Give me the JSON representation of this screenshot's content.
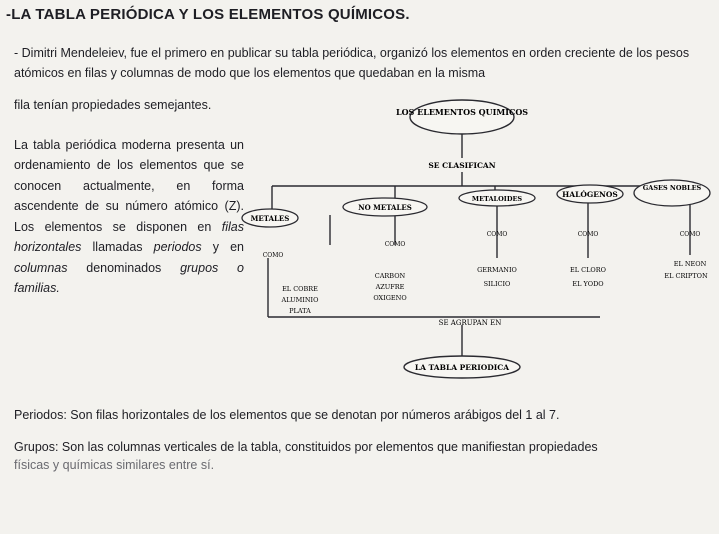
{
  "title": "-LA TABLA PERIÓDICA Y LOS ELEMENTOS QUÍMICOS.",
  "intro": "- Dimitri Mendeleiev, fue el primero en publicar su tabla periódica, organizó los elementos en orden creciente de los pesos atómicos en filas y columnas de modo que los elementos que quedaban en la misma",
  "left_column": {
    "p1": "fila tenían propiedades semejantes.",
    "p2a": "La tabla periódica moderna presenta un ordenamiento de los elementos que se conocen actualmente, en forma ascendente de su número atómico (Z). Los elementos se disponen en ",
    "p2b": "filas horizontales",
    "p2c": " llamadas ",
    "p2d": "periodos",
    "p2e": " y en ",
    "p2f": "columnas",
    "p2g": " denominados ",
    "p2h": "grupos o familias."
  },
  "diagram": {
    "top": "LOS ELEMENTOS QUIMICOS",
    "classify": "SE CLASIFICAN",
    "metales": "METALES",
    "no_metales": "NO METALES",
    "metaloides": "METALOIDES",
    "halogenos": "HALÓGENOS",
    "gases_nobles": "GASES NOBLES",
    "como": "COMO",
    "metal_examples": [
      "EL COBRE",
      "ALUMINIO",
      "PLATA"
    ],
    "nonmetal_examples": [
      "CARBON",
      "AZUFRE",
      "OXIGENO"
    ],
    "metaloid_examples": [
      "GERMANIO",
      "SILICIO"
    ],
    "halogen_examples": [
      "EL CLORO",
      "EL YODO"
    ],
    "gas_examples": [
      "EL NEON",
      "EL CRIPTON"
    ],
    "grouped": "SE AGRUPAN EN",
    "bottom": "LA TABLA PERIODICA"
  },
  "definitions": {
    "periodos": "Periodos: Son filas horizontales de los elementos que se denotan por números arábigos del 1 al 7.",
    "grupos_1": "Grupos: Son las columnas verticales de la tabla, constituidos por elementos que manifiestan propiedades",
    "grupos_2": "físicas y químicas similares entre sí."
  }
}
